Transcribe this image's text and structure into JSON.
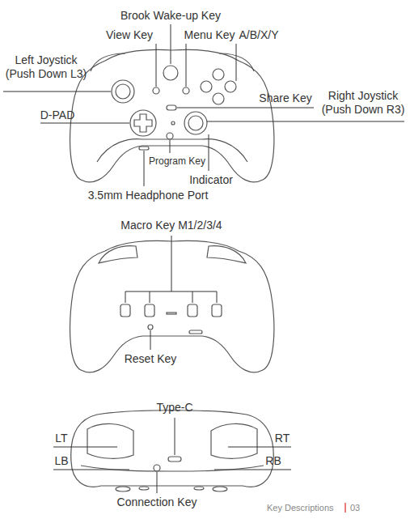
{
  "diagram": {
    "labels": [
      "Brook Wake-up Key",
      "View Key",
      "Menu Key",
      "A/B/X/Y",
      "Left Joystick (Push Down L3)",
      "Share Key",
      "Right Joystick (Push Down R3)",
      "D-PAD",
      "Program Key",
      "Indicator",
      "3.5mm Headphone Port",
      "Macro Key M1/2/3/4",
      "Reset Key",
      "Type-C",
      "LT",
      "RT",
      "LB",
      "RB",
      "Connection Key",
      "Key Descriptions",
      "03"
    ]
  }
}
